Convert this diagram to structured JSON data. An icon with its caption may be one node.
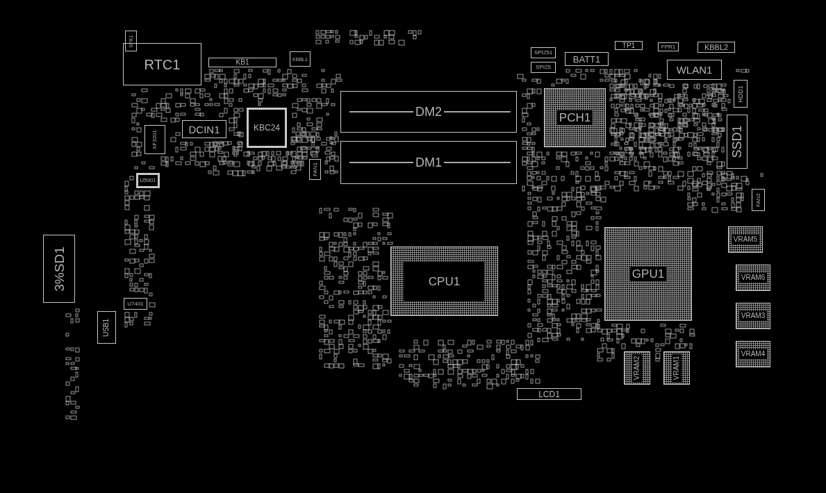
{
  "diagram": {
    "nodes": [
      {
        "text": [
          "RTC1"
        ]
      },
      {
        "text": [
          "SPK1"
        ]
      },
      {
        "text": [
          "KB1"
        ]
      },
      {
        "text": [
          "KBBL1"
        ]
      },
      {
        "text": [
          "DCIN1"
        ]
      },
      {
        "text": [
          "KBC24"
        ]
      },
      {
        "text": [
          "XF3201"
        ]
      },
      {
        "text": [
          "DM2"
        ]
      },
      {
        "text": [
          "DM1"
        ]
      },
      {
        "text": [
          "FAN1"
        ]
      },
      {
        "text": [
          "SPI251"
        ]
      },
      {
        "text": [
          "SPI25"
        ]
      },
      {
        "text": [
          "BATT1"
        ]
      },
      {
        "text": [
          "TP1"
        ]
      },
      {
        "text": [
          "FPR1"
        ]
      },
      {
        "text": [
          "KBBL2"
        ]
      },
      {
        "text": [
          "WLAN1"
        ]
      },
      {
        "text": [
          "PCH1"
        ]
      },
      {
        "text": [
          "HDD1"
        ]
      },
      {
        "text": [
          "SSD1"
        ]
      },
      {
        "text": [
          "U5901"
        ]
      },
      {
        "text": [
          "3%SD1"
        ]
      },
      {
        "text": [
          "U7401"
        ]
      },
      {
        "text": [
          "USB1"
        ]
      },
      {
        "text": [
          "CPU1"
        ]
      },
      {
        "text": [
          "GPU1"
        ]
      },
      {
        "text": [
          "FAN2"
        ]
      },
      {
        "text": [
          "VRAM5"
        ]
      },
      {
        "text": [
          "VRAM6"
        ]
      },
      {
        "text": [
          "VRAM3"
        ]
      },
      {
        "text": [
          "VRAM4"
        ]
      },
      {
        "text": [
          "VRAM2"
        ]
      },
      {
        "text": [
          "VRAM1"
        ]
      },
      {
        "text": [
          "LCD1"
        ]
      }
    ]
  }
}
